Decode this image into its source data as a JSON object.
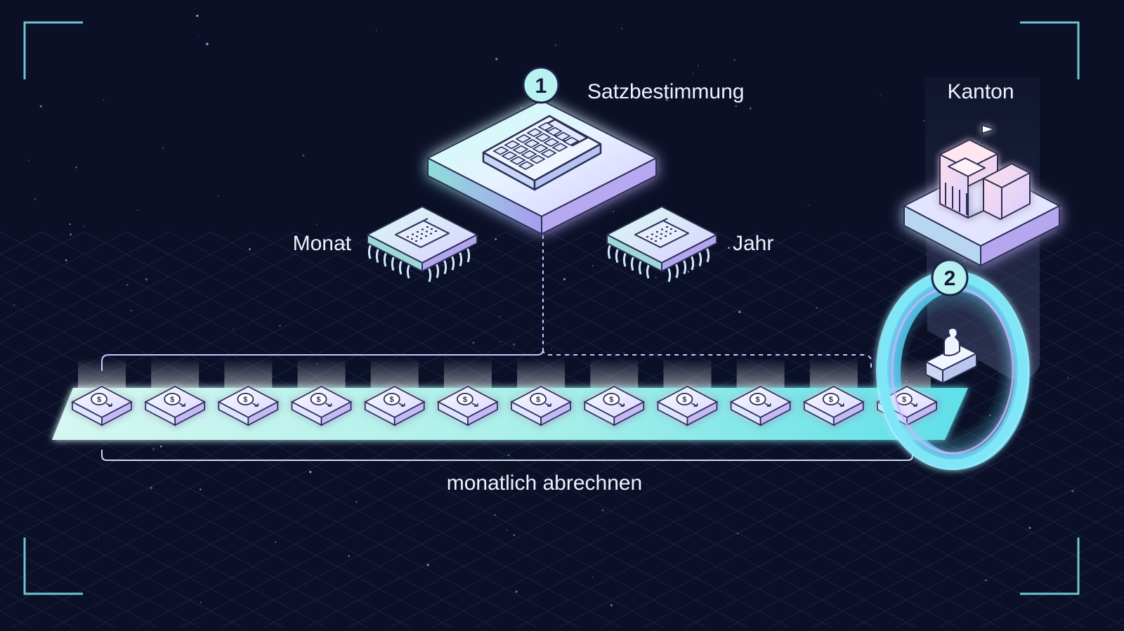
{
  "labels": {
    "step1": "Satzbestimmung",
    "month": "Monat",
    "year": "Jahr",
    "canton": "Kanton",
    "monthly": "monatlich abrechnen"
  },
  "badges": {
    "step1": "1",
    "step2": "2"
  },
  "payment_tiles_count": 12,
  "icons": {
    "calculator": "calculator-icon",
    "month_chip": "calendar-month-chip-icon",
    "year_chip": "calendar-year-chip-icon",
    "canton_building": "government-building-icon",
    "stamp_ring": "stamp-ring-icon",
    "payment": "dollar-payment-icon"
  },
  "colors": {
    "background": "#0b1027",
    "frame": "#7ee6f0",
    "belt_start": "#d4f5f0",
    "belt_end": "#5fe0e8",
    "tile_glow": "#c7b8ff",
    "ring": "#6ad8f5",
    "building_glow": "#ffc6d8",
    "text": "#eef2ff"
  }
}
